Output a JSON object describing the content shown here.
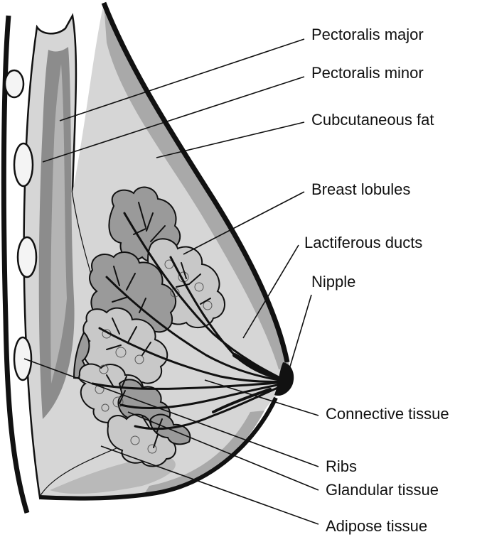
{
  "labels": {
    "pectoralis_major": "Pectoralis major",
    "pectoralis_minor": "Pectoralis minor",
    "subcutaneous_fat": "Cubcutaneous fat",
    "breast_lobules": "Breast lobules",
    "lactiferous_ducts": "Lactiferous ducts",
    "nipple": "Nipple",
    "connective_tissue": "Connective tissue",
    "ribs": "Ribs",
    "glandular_tissue": "Glandular tissue",
    "adipose_tissue": "Adipose tissue"
  },
  "colors": {
    "outline": "#111111",
    "dark_muscle": "#8c8c8c",
    "mid_fat": "#a9a9a9",
    "light_tissue": "#d6d6d6",
    "lobule_dark": "#9a9a9a",
    "lobule_light": "#c8c8c8",
    "rib": "#f4f4f4"
  }
}
